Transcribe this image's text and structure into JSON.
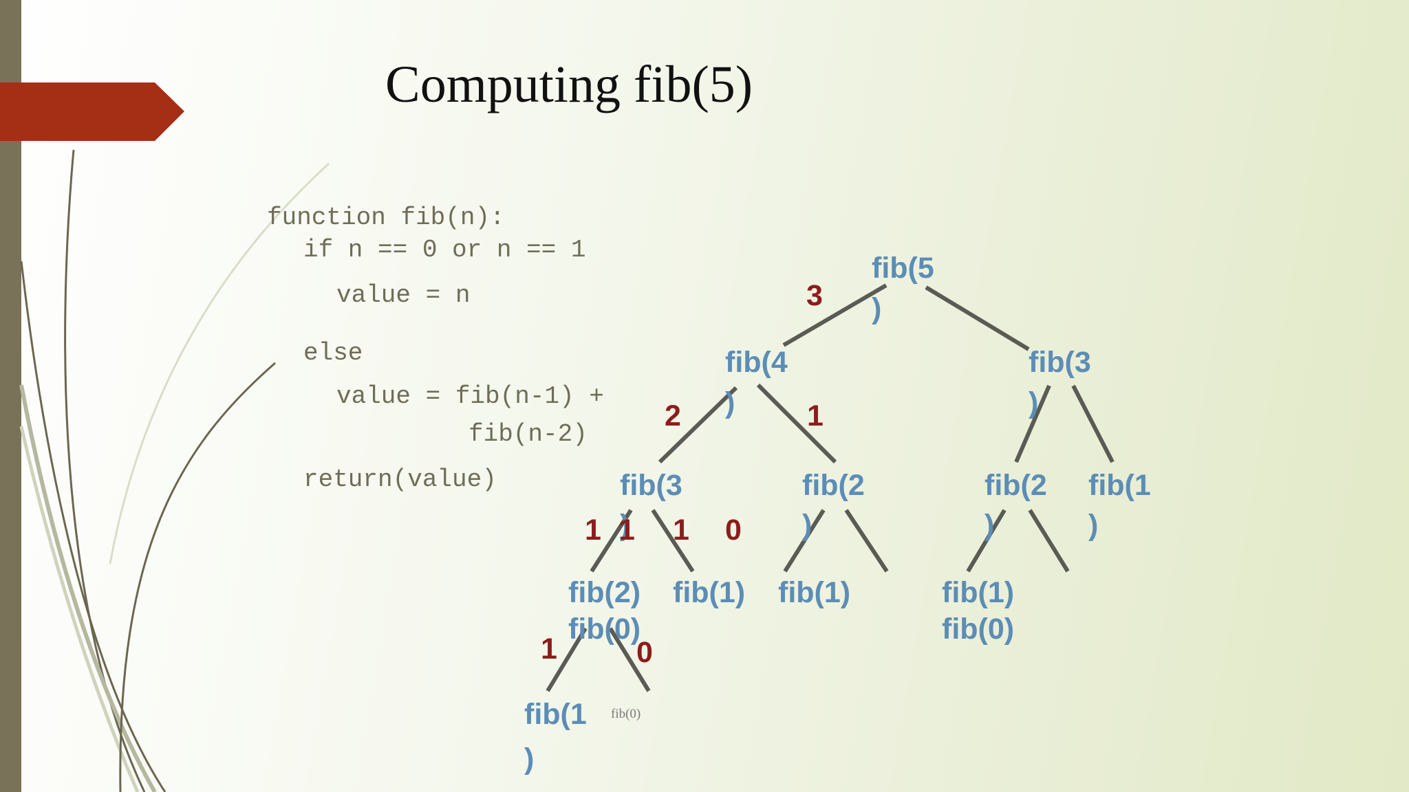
{
  "slide": {
    "title": "Computing fib(5)"
  },
  "code": {
    "line1": "function fib(n):",
    "line2": "if n == 0 or n == 1",
    "line3": "value = n",
    "line4": "else",
    "line5": "value = fib(n-1) +",
    "line6": "fib(n-2)",
    "line7": "return(value)"
  },
  "tree": {
    "nodes": [
      {
        "id": "n_fib5",
        "lines": [
          "fib(5",
          ")"
        ],
        "style": "node"
      },
      {
        "id": "n_fib4",
        "lines": [
          "fib(4",
          ")"
        ],
        "style": "node"
      },
      {
        "id": "n_fib3_right",
        "lines": [
          "fib(3",
          ")"
        ],
        "style": "node"
      },
      {
        "id": "n_fib3_left",
        "lines": [
          "fib(3",
          ")"
        ],
        "style": "node"
      },
      {
        "id": "n_fib2_mid",
        "lines": [
          "fib(2",
          ")"
        ],
        "style": "node"
      },
      {
        "id": "n_fib2_right",
        "lines": [
          "fib(2",
          ")"
        ],
        "style": "node"
      },
      {
        "id": "n_fib1_far_right",
        "lines": [
          "fib(1",
          ")"
        ],
        "style": "node"
      },
      {
        "id": "n_fib2_fib0_left",
        "lines": [
          "fib(2)",
          "fib(0)"
        ],
        "style": "node"
      },
      {
        "id": "n_fib1_a",
        "lines": [
          "fib(1)"
        ],
        "style": "node"
      },
      {
        "id": "n_fib1_b",
        "lines": [
          "fib(1)"
        ],
        "style": "node"
      },
      {
        "id": "n_fib1_fib0_right",
        "lines": [
          "fib(1)",
          "fib(0)"
        ],
        "style": "node"
      },
      {
        "id": "n_fib1_bottom",
        "lines": [
          "fib(1",
          ")"
        ],
        "style": "node"
      },
      {
        "id": "n_fib0_small",
        "lines": [
          "fib(0)"
        ],
        "style": "node-small"
      }
    ],
    "labels": [
      {
        "id": "l_3",
        "text": "3"
      },
      {
        "id": "l_2",
        "text": "2"
      },
      {
        "id": "l_1_top",
        "text": "1"
      },
      {
        "id": "l_1_a",
        "text": "1"
      },
      {
        "id": "l_1_b",
        "text": "1"
      },
      {
        "id": "l_1_c",
        "text": "1"
      },
      {
        "id": "l_0_a",
        "text": "0"
      },
      {
        "id": "l_1_bottom",
        "text": "1"
      },
      {
        "id": "l_0_bottom",
        "text": "0"
      }
    ]
  },
  "colors": {
    "node": "#5c8db5",
    "value_label": "#8c1d1d",
    "edge": "#5b5b55",
    "code_text": "#6e6d58",
    "accent_arrow": "#a52f15",
    "left_bar": "#7a7258"
  }
}
